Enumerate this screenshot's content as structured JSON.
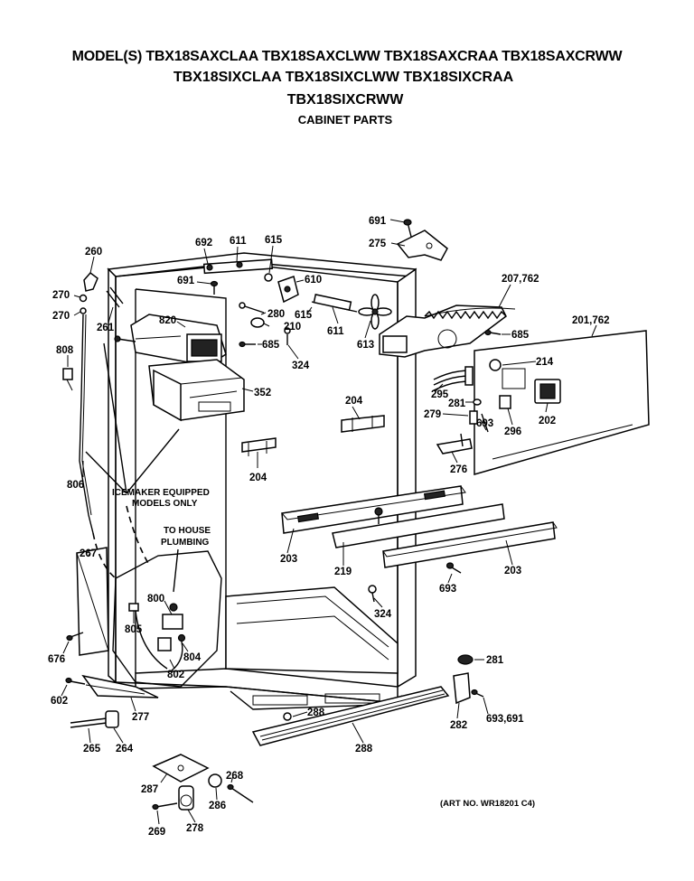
{
  "header": {
    "line1": "MODEL(S) TBX18SAXCLAA  TBX18SAXCLWW  TBX18SAXCRAA  TBX18SAXCRWW",
    "line2": "TBX18SIXCLAA  TBX18SIXCLWW  TBX18SIXCRAA",
    "line3": "TBX18SIXCRWW",
    "subtitle": "CABINET PARTS"
  },
  "notes": {
    "icemaker": [
      "ICEMAKER EQUIPPED",
      "MODELS ONLY"
    ],
    "plumbing": [
      "TO HOUSE",
      "PLUMBING"
    ],
    "art_number": "(ART NO. WR18201 C4)"
  },
  "part_labels": [
    {
      "id": "691-top",
      "text": "691"
    },
    {
      "id": "275",
      "text": "275"
    },
    {
      "id": "692",
      "text": "692"
    },
    {
      "id": "611-top",
      "text": "611"
    },
    {
      "id": "615-top",
      "text": "615"
    },
    {
      "id": "260",
      "text": "260"
    },
    {
      "id": "691-mid",
      "text": "691"
    },
    {
      "id": "610",
      "text": "610"
    },
    {
      "id": "207-762",
      "text": "207,762"
    },
    {
      "id": "270-a",
      "text": "270"
    },
    {
      "id": "270-b",
      "text": "270"
    },
    {
      "id": "261",
      "text": "261"
    },
    {
      "id": "820",
      "text": "820"
    },
    {
      "id": "280",
      "text": "280"
    },
    {
      "id": "615-mid",
      "text": "615"
    },
    {
      "id": "210",
      "text": "210"
    },
    {
      "id": "611-mid",
      "text": "611"
    },
    {
      "id": "613",
      "text": "613"
    },
    {
      "id": "201-762",
      "text": "201,762"
    },
    {
      "id": "685-a",
      "text": "685"
    },
    {
      "id": "685-b",
      "text": "685"
    },
    {
      "id": "808",
      "text": "808"
    },
    {
      "id": "324-a",
      "text": "324"
    },
    {
      "id": "214",
      "text": "214"
    },
    {
      "id": "352",
      "text": "352"
    },
    {
      "id": "204-a",
      "text": "204"
    },
    {
      "id": "295",
      "text": "295"
    },
    {
      "id": "281-a",
      "text": "281"
    },
    {
      "id": "279",
      "text": "279"
    },
    {
      "id": "693-a",
      "text": "693"
    },
    {
      "id": "202",
      "text": "202"
    },
    {
      "id": "296",
      "text": "296"
    },
    {
      "id": "204-b",
      "text": "204"
    },
    {
      "id": "276",
      "text": "276"
    },
    {
      "id": "806",
      "text": "806"
    },
    {
      "id": "203-a",
      "text": "203"
    },
    {
      "id": "219",
      "text": "219"
    },
    {
      "id": "203-b",
      "text": "203"
    },
    {
      "id": "267",
      "text": "267"
    },
    {
      "id": "693-b",
      "text": "693"
    },
    {
      "id": "800",
      "text": "800"
    },
    {
      "id": "805",
      "text": "805"
    },
    {
      "id": "324-b",
      "text": "324"
    },
    {
      "id": "804",
      "text": "804"
    },
    {
      "id": "676",
      "text": "676"
    },
    {
      "id": "802",
      "text": "802"
    },
    {
      "id": "281-b",
      "text": "281"
    },
    {
      "id": "602",
      "text": "602"
    },
    {
      "id": "277",
      "text": "277"
    },
    {
      "id": "288-a",
      "text": "288"
    },
    {
      "id": "282",
      "text": "282"
    },
    {
      "id": "693-691",
      "text": "693,691"
    },
    {
      "id": "265",
      "text": "265"
    },
    {
      "id": "264",
      "text": "264"
    },
    {
      "id": "288-b",
      "text": "288"
    },
    {
      "id": "287",
      "text": "287"
    },
    {
      "id": "268",
      "text": "268"
    },
    {
      "id": "286",
      "text": "286"
    },
    {
      "id": "269",
      "text": "269"
    },
    {
      "id": "278",
      "text": "278"
    }
  ]
}
